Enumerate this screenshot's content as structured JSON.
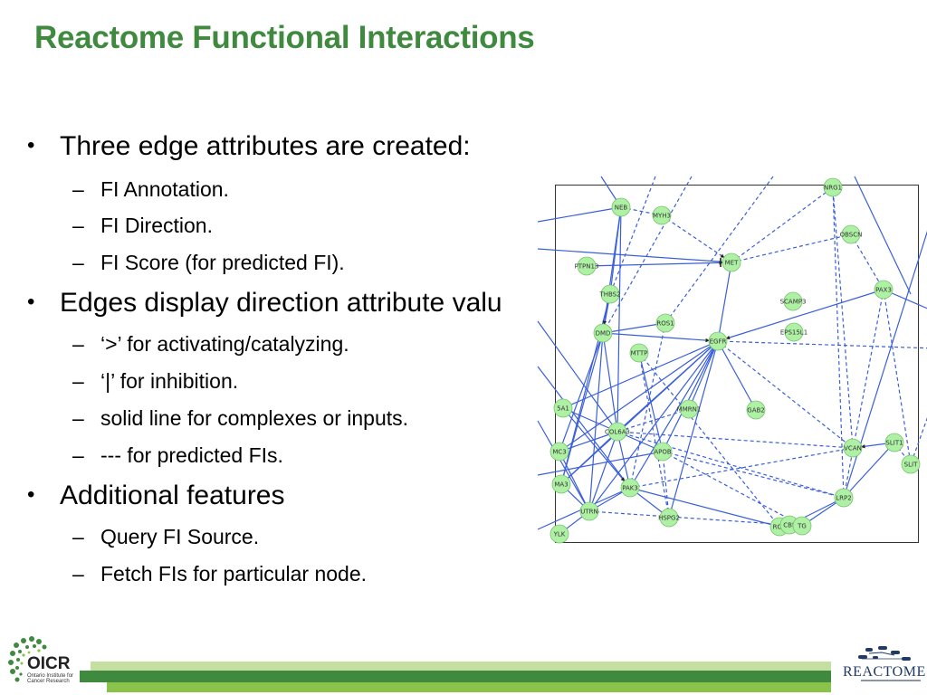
{
  "slide": {
    "title": "Reactome Functional Interactions",
    "title_color": "#3f8a3f",
    "bullets": [
      {
        "text": "Three edge attributes are created:",
        "subs": [
          "FI Annotation.",
          "FI Direction.",
          "FI Score (for predicted FI)."
        ]
      },
      {
        "text": "Edges display direction attribute valu",
        "subs": [
          "‘>’ for activating/catalyzing.",
          "‘|’ for inhibition.",
          "solid line for complexes or inputs.",
          "--- for predicted FIs."
        ]
      },
      {
        "text": "Additional features",
        "subs": [
          "Query FI Source.",
          "Fetch FIs for particular node."
        ]
      }
    ],
    "bullet_glyph": "•",
    "dash_glyph": "–"
  },
  "network": {
    "edge_color": "#3a5fd9",
    "node_fill": "#aef0a4",
    "node_stroke": "#78c46e",
    "labels": {
      "nrg1": "NRG1",
      "neb": "NEB",
      "myh3": "MYH3",
      "obscn": "OBSCN",
      "ptpn13": "PTPN13",
      "met": "MET",
      "pax3": "PAX3",
      "thbs2": "THBS2",
      "scamp3": "SCAMP3",
      "ros1a": "ROS1",
      "dmd": "DMD",
      "eps15l1": "EPS15L1",
      "egfr": "EGFR",
      "mttp": "MTTP",
      "mmrn1": "MMRN1",
      "gab2": "GAB2",
      "col6a": "COL6A3",
      "slit1": "SLIT1",
      "apob": "APOB",
      "vcan": "VCAN",
      "slit": "SLIT",
      "pak3": "PAK3",
      "lrp2": "LRP2",
      "utrn": "UTRN",
      "hspg2": "HSPG2",
      "ros1b": "ROS",
      "cbl": "CBL",
      "tg": "TG",
      "ylk": "YLK",
      "l5a1": "5A1",
      "mc3": "MC3",
      "ma3": "MA3"
    }
  },
  "footer": {
    "oicr_name": "OICR",
    "oicr_sub": "Ontario Institute for Cancer Research",
    "reactome_name": "REACTOME",
    "bar_colors": [
      "#c5dfa0",
      "#3f8a3f",
      "#8bc34a"
    ]
  }
}
